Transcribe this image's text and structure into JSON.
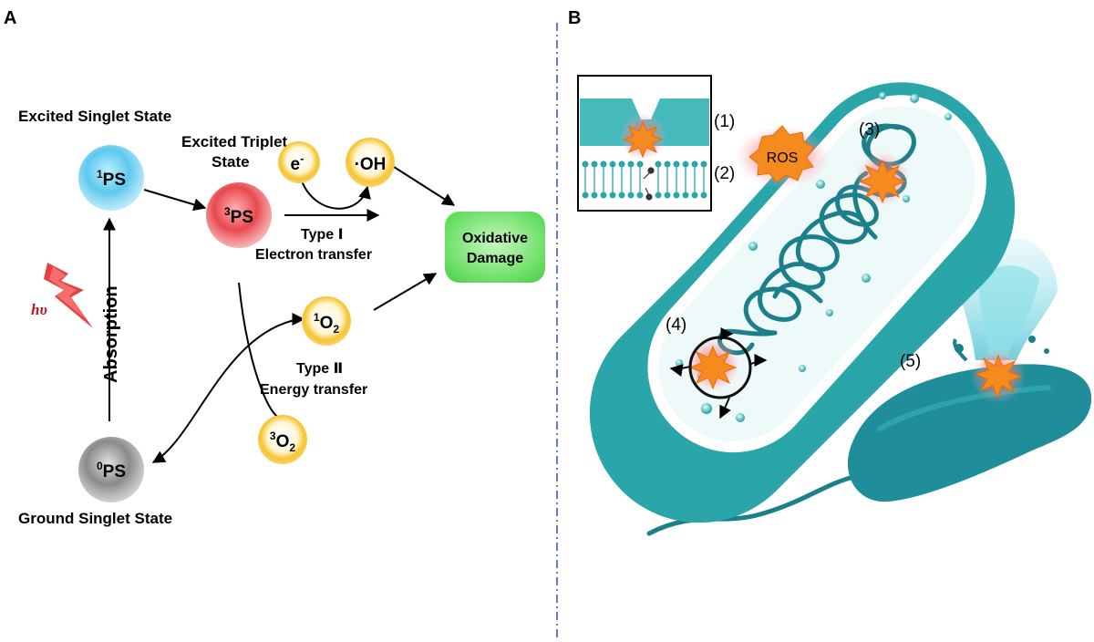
{
  "panels": [
    {
      "letter": "A"
    },
    {
      "letter": "B"
    }
  ],
  "panel_a": {
    "states": {
      "excited_singlet": "Excited Singlet State",
      "excited_triplet_line1": "Excited Triplet",
      "excited_triplet_line2": "State",
      "ground_singlet": "Ground Singlet State"
    },
    "nodes": {
      "singlet_ps": {
        "sup": "1",
        "main": "PS",
        "color": "#5ec8ee"
      },
      "triplet_ps": {
        "sup": "3",
        "main": "PS",
        "color": "#e8494f"
      },
      "ground_ps": {
        "sup": "0",
        "main": "PS",
        "color": "#8a8a8a"
      },
      "electron": {
        "main": "e",
        "sup": "-",
        "color": "#f7c531"
      },
      "hydroxyl": {
        "main": "·OH",
        "color": "#f7c531"
      },
      "singlet_oxygen": {
        "sup": "1",
        "main": "O",
        "sub": "2",
        "color": "#f7c531"
      },
      "triplet_oxygen": {
        "sup": "3",
        "main": "O",
        "sub": "2",
        "color": "#f7c531"
      }
    },
    "oxidative_damage": {
      "line1": "Oxidative",
      "line2": "Damage",
      "color": "#6fe06a"
    },
    "absorption": "Absorption",
    "photon": "hυ",
    "type1": {
      "line1": "Type Ⅰ",
      "line2": "Electron transfer"
    },
    "type2": {
      "line1": "Type Ⅱ",
      "line2": "Energy transfer"
    }
  },
  "panel_b": {
    "ros_label": "ROS",
    "sites": [
      "(1)",
      "(2)",
      "(3)",
      "(4)",
      "(5)"
    ],
    "colors": {
      "teal": "#2aa6ab",
      "dark_teal": "#1c7f8c",
      "burst": "#f58b1f",
      "glow": "#ff8080"
    }
  }
}
